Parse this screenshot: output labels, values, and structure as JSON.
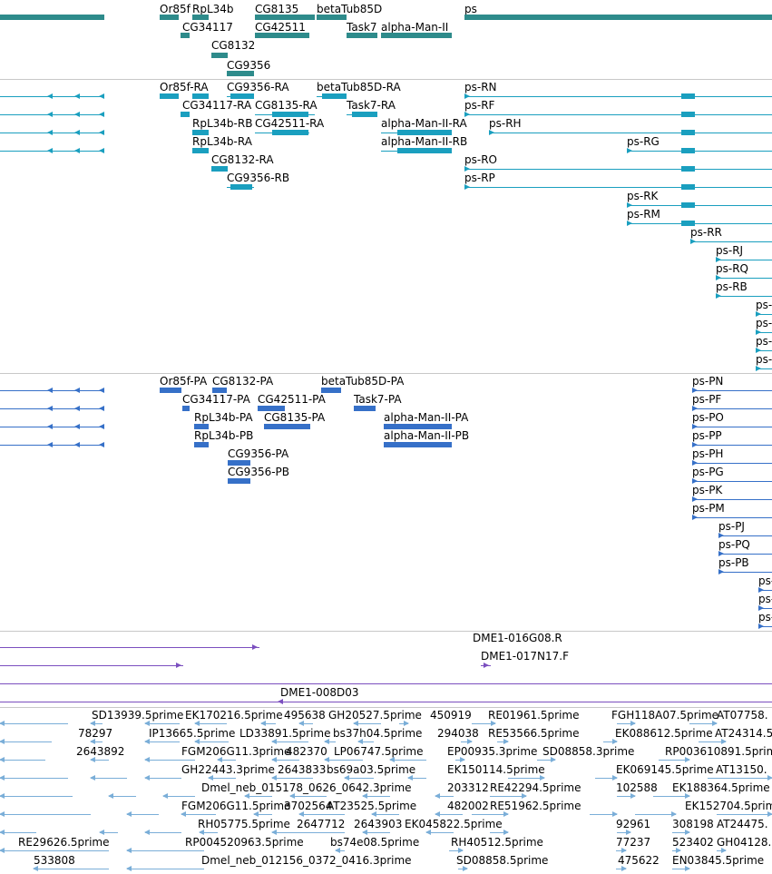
{
  "colors": {
    "genes": "#2e8b8b",
    "transcripts": "#1a9fbf",
    "polypeptides": "#3670c8",
    "clones": "#7b4fbf",
    "ests": "#7aaed8",
    "separator": "#c8c8c8"
  },
  "genes": {
    "labels": [
      {
        "text": "Or85f"
      },
      {
        "text": "RpL34b"
      },
      {
        "text": "CG8135"
      },
      {
        "text": "betaTub85D"
      },
      {
        "text": "ps"
      },
      {
        "text": "CG34117"
      },
      {
        "text": "CG42511"
      },
      {
        "text": "Task7"
      },
      {
        "text": "alpha-Man-II"
      },
      {
        "text": "CG8132"
      },
      {
        "text": "CG9356"
      }
    ]
  },
  "transcripts": {
    "labels": [
      {
        "text": "Or85f-RA"
      },
      {
        "text": "CG9356-RA"
      },
      {
        "text": "betaTub85D-RA"
      },
      {
        "text": "ps-RN"
      },
      {
        "text": "CG34117-RA"
      },
      {
        "text": "CG8135-RA"
      },
      {
        "text": "Task7-RA"
      },
      {
        "text": "ps-RF"
      },
      {
        "text": "RpL34b-RB"
      },
      {
        "text": "CG42511-RA"
      },
      {
        "text": "alpha-Man-II-RA"
      },
      {
        "text": "ps-RH"
      },
      {
        "text": "RpL34b-RA"
      },
      {
        "text": "alpha-Man-II-RB"
      },
      {
        "text": "ps-RG"
      },
      {
        "text": "CG8132-RA"
      },
      {
        "text": "ps-RO"
      },
      {
        "text": "CG9356-RB"
      },
      {
        "text": "ps-RP"
      },
      {
        "text": "ps-RK"
      },
      {
        "text": "ps-RM"
      },
      {
        "text": "ps-RR"
      },
      {
        "text": "ps-RJ"
      },
      {
        "text": "ps-RQ"
      },
      {
        "text": "ps-RB"
      },
      {
        "text": "ps-"
      },
      {
        "text": "ps-"
      },
      {
        "text": "ps-"
      },
      {
        "text": "ps-"
      }
    ]
  },
  "polypeptides": {
    "labels": [
      {
        "text": "Or85f-PA"
      },
      {
        "text": "CG8132-PA"
      },
      {
        "text": "betaTub85D-PA"
      },
      {
        "text": "ps-PN"
      },
      {
        "text": "CG34117-PA"
      },
      {
        "text": "CG42511-PA"
      },
      {
        "text": "Task7-PA"
      },
      {
        "text": "ps-PF"
      },
      {
        "text": "RpL34b-PA"
      },
      {
        "text": "CG8135-PA"
      },
      {
        "text": "alpha-Man-II-PA"
      },
      {
        "text": "ps-PO"
      },
      {
        "text": "RpL34b-PB"
      },
      {
        "text": "alpha-Man-II-PB"
      },
      {
        "text": "ps-PP"
      },
      {
        "text": "ps-PH"
      },
      {
        "text": "CG9356-PA"
      },
      {
        "text": "ps-PG"
      },
      {
        "text": "CG9356-PB"
      },
      {
        "text": "ps-PK"
      },
      {
        "text": "ps-PM"
      },
      {
        "text": "ps-PJ"
      },
      {
        "text": "ps-PQ"
      },
      {
        "text": "ps-PB"
      },
      {
        "text": "ps-"
      },
      {
        "text": "ps-"
      },
      {
        "text": "ps-"
      }
    ]
  },
  "clones": {
    "labels": [
      {
        "text": "DME1-016G08.R"
      },
      {
        "text": "DME1-017N17.F"
      },
      {
        "text": "DME1-008D03"
      }
    ]
  },
  "ests": {
    "labels": [
      {
        "text": "SD13939.5prime"
      },
      {
        "text": "EK170216.5prime"
      },
      {
        "text": "495638"
      },
      {
        "text": "GH20527.5prime"
      },
      {
        "text": "450919"
      },
      {
        "text": "RE01961.5prime"
      },
      {
        "text": "FGH118A07.5prime"
      },
      {
        "text": "AT07758."
      },
      {
        "text": "78297"
      },
      {
        "text": "IP13665.5prime"
      },
      {
        "text": "LD33891.5prime"
      },
      {
        "text": "bs37h04.5prime"
      },
      {
        "text": "294038"
      },
      {
        "text": "RE53566.5prime"
      },
      {
        "text": "EK088612.5prime"
      },
      {
        "text": "AT24314.5"
      },
      {
        "text": "2643892"
      },
      {
        "text": "FGM206G11.3prime"
      },
      {
        "text": "482370"
      },
      {
        "text": "LP06747.5prime"
      },
      {
        "text": "EP00935.3prime"
      },
      {
        "text": "SD08858.3prime"
      },
      {
        "text": "RP003610891.5prime"
      },
      {
        "text": "GH22443.3prime"
      },
      {
        "text": "2643833"
      },
      {
        "text": "bs69a03.5prime"
      },
      {
        "text": "EK150114.5prime"
      },
      {
        "text": "EK069145.5prime"
      },
      {
        "text": "AT13150."
      },
      {
        "text": "Dmel_neb_015178_0626_0642.3prime"
      },
      {
        "text": "203312"
      },
      {
        "text": "RE42294.5prime"
      },
      {
        "text": "102588"
      },
      {
        "text": "EK188364.5prime"
      },
      {
        "text": "FGM206G11.5prime"
      },
      {
        "text": "3702564"
      },
      {
        "text": "AT23525.5prime"
      },
      {
        "text": "482002"
      },
      {
        "text": "RE51962.5prime"
      },
      {
        "text": "EK152704.5prime"
      },
      {
        "text": "RH05775.5prime"
      },
      {
        "text": "2647712"
      },
      {
        "text": "2643903"
      },
      {
        "text": "EK045822.5prime"
      },
      {
        "text": "92961"
      },
      {
        "text": "308198"
      },
      {
        "text": "AT24475."
      },
      {
        "text": "RE29626.5prime"
      },
      {
        "text": "RP004520963.5prime"
      },
      {
        "text": "bs74e08.5prime"
      },
      {
        "text": "RH40512.5prime"
      },
      {
        "text": "77237"
      },
      {
        "text": "523402"
      },
      {
        "text": "GH04128."
      },
      {
        "text": "533808"
      },
      {
        "text": "Dmel_neb_012156_0372_0416.3prime"
      },
      {
        "text": "SD08858.5prime"
      },
      {
        "text": "475622"
      },
      {
        "text": "EN03845.5prime"
      }
    ]
  }
}
